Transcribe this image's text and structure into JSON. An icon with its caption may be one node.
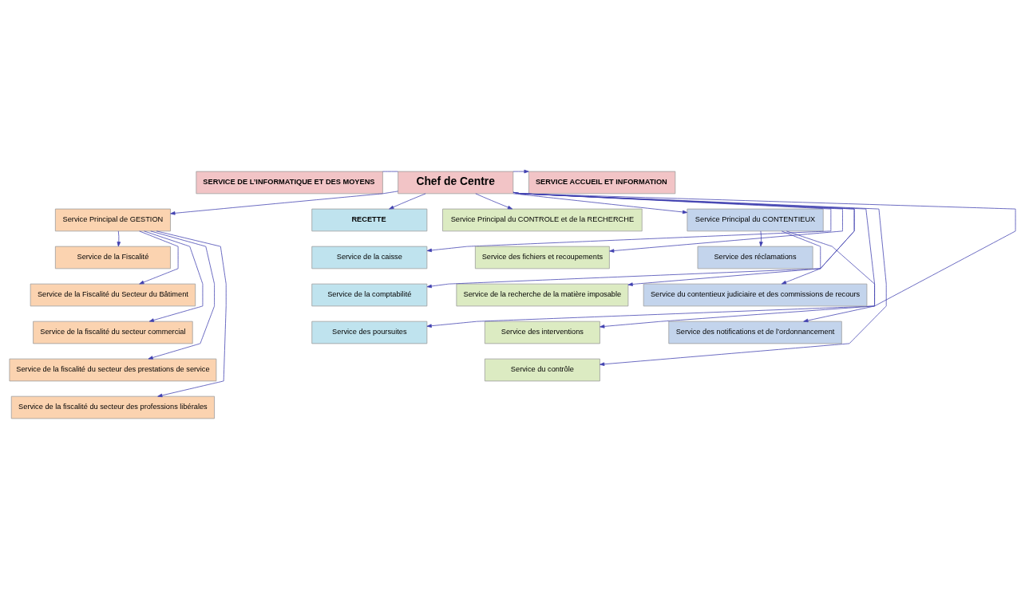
{
  "diagram": {
    "nodes": [
      {
        "text": [
          "SERVICE DE L’INFORMATIQUE ET DES MOYENS"
        ]
      },
      {
        "text": [
          "Chef de Centre"
        ]
      },
      {
        "text": [
          "SERVICE ACCUEIL ET INFORMATION"
        ]
      },
      {
        "text": [
          "Service Principal de GESTION"
        ]
      },
      {
        "text": [
          "RECETTE"
        ]
      },
      {
        "text": [
          "Service Principal du CONTROLE et de la RECHERCHE"
        ]
      },
      {
        "text": [
          "Service Principal du CONTENTIEUX"
        ]
      },
      {
        "text": [
          "Service de la Fiscalité"
        ]
      },
      {
        "text": [
          "Service de la caisse"
        ]
      },
      {
        "text": [
          "Service des fichiers et recoupements"
        ]
      },
      {
        "text": [
          "Service des réclamations"
        ]
      },
      {
        "text": [
          "Service de la Fiscalité du Secteur du Bâtiment"
        ]
      },
      {
        "text": [
          "Service de la recherche de la matière imposable"
        ]
      },
      {
        "text": [
          "Service du contentieux judiciaire et des commissions de recours"
        ]
      },
      {
        "text": [
          "Service de la comptabilité"
        ]
      },
      {
        "text": [
          "Service de la fiscalité du secteur commercial"
        ]
      },
      {
        "text": [
          "Service des interventions"
        ]
      },
      {
        "text": [
          "Service des notifications et de l’ordonnancement"
        ]
      },
      {
        "text": [
          "Service de la fiscalité du secteur des prestations de service"
        ]
      },
      {
        "text": [
          "Service du contrôle"
        ]
      },
      {
        "text": [
          "Service des poursuites"
        ]
      },
      {
        "text": [
          "Service de la fiscalité du secteur des professions libérales"
        ]
      }
    ],
    "edges": [
      {
        "from": 1,
        "to": 0,
        "arrow": "none"
      },
      {
        "from": 1,
        "to": 2,
        "arrow": "to"
      },
      {
        "from": 1,
        "to": 3,
        "arrow": "to"
      },
      {
        "from": 1,
        "to": 4,
        "arrow": "to"
      },
      {
        "from": 1,
        "to": 5,
        "arrow": "to"
      },
      {
        "from": 1,
        "to": 6,
        "arrow": "to"
      },
      {
        "from": 3,
        "to": 7,
        "arrow": "to"
      },
      {
        "from": 3,
        "to": 11,
        "arrow": "to"
      },
      {
        "from": 3,
        "to": 15,
        "arrow": "to"
      },
      {
        "from": 3,
        "to": 18,
        "arrow": "to"
      },
      {
        "from": 3,
        "to": 21,
        "arrow": "to"
      },
      {
        "from": 1,
        "to": 8,
        "arrow": "to"
      },
      {
        "from": 1,
        "to": 14,
        "arrow": "to"
      },
      {
        "from": 1,
        "to": 20,
        "arrow": "to"
      },
      {
        "from": 1,
        "to": 9,
        "arrow": "to"
      },
      {
        "from": 1,
        "to": 12,
        "arrow": "to"
      },
      {
        "from": 1,
        "to": 16,
        "arrow": "to"
      },
      {
        "from": 1,
        "to": 19,
        "arrow": "to"
      },
      {
        "from": 6,
        "to": 10,
        "arrow": "to"
      },
      {
        "from": 6,
        "to": 13,
        "arrow": "to"
      },
      {
        "from": 6,
        "to": 17,
        "arrow": "to"
      }
    ]
  }
}
